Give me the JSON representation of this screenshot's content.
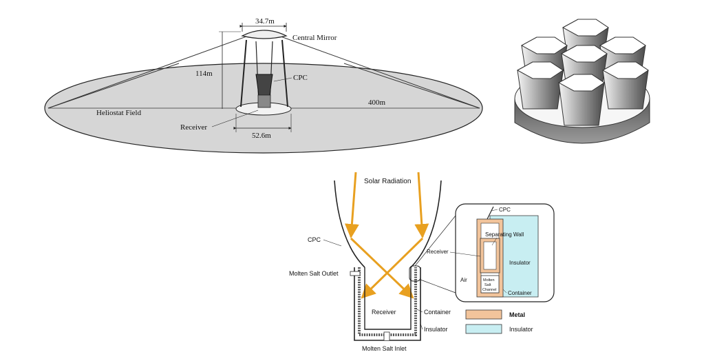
{
  "colors": {
    "background": "#ffffff",
    "ground": "#d4d4d4",
    "line": "#1a1a1a",
    "ray": "#e8a020",
    "metal": "#f2c49b",
    "insulator": "#c8eef2"
  },
  "top_diagram": {
    "label_width_top": "34.7m",
    "label_central_mirror": "Central Mirror",
    "label_height": "114m",
    "label_cpc": "CPC",
    "label_heliostat_field": "Heliostat Field",
    "label_radius": "400m",
    "label_receiver": "Receiver",
    "label_width_bottom": "52.6m"
  },
  "receiver_diagram": {
    "label_solar_radiation": "Solar Radiation",
    "label_cpc": "CPC",
    "label_outlet": "Molten Salt Outlet",
    "label_receiver": "Receiver",
    "label_container": "Container",
    "label_insulator": "Insulator",
    "label_inlet": "Molten Salt Inlet"
  },
  "detail_inset": {
    "label_cpc": "CPC",
    "label_separating_wall": "Separating Wall",
    "label_receiver": "Receiver",
    "label_insulator": "Insulator",
    "label_air": "Air",
    "label_channel_1": "Molten",
    "label_channel_2": "Salt",
    "label_channel_3": "Channel",
    "label_container": "Container"
  },
  "legend": {
    "metal": "Metal",
    "insulator": "Insulator"
  }
}
